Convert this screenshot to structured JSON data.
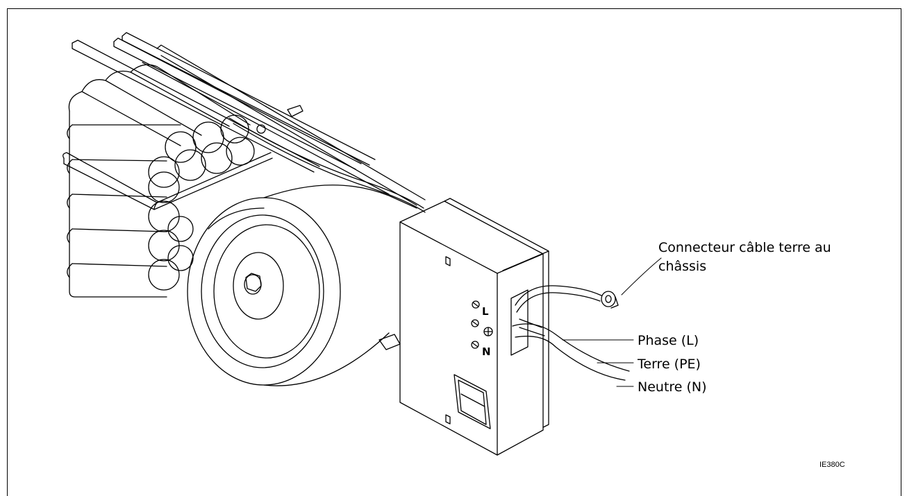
{
  "labels": {
    "ground_connector_line1": "Connecteur câble terre au",
    "ground_connector_line2": "châssis",
    "phase": "Phase (L)",
    "earth": "Terre (PE)",
    "neutral": "Neutre (N)"
  },
  "terminal_marks": {
    "live": "L",
    "neutral": "N"
  },
  "figure_code": "IE380C"
}
